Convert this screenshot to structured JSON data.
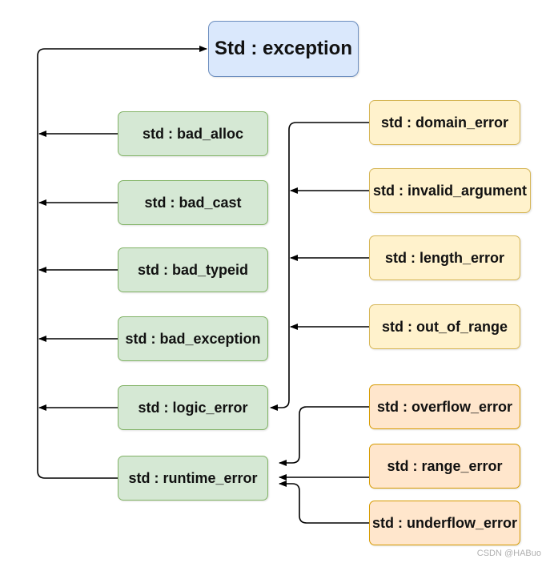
{
  "root": {
    "label": "Std : exception"
  },
  "left_nodes": [
    {
      "label": "std : bad_alloc"
    },
    {
      "label": "std : bad_cast"
    },
    {
      "label": "std : bad_typeid"
    },
    {
      "label": "std : bad_exception"
    },
    {
      "label": "std : logic_error"
    },
    {
      "label": "std : runtime_error"
    }
  ],
  "logic_children": [
    {
      "label": "std : domain_error"
    },
    {
      "label": "std : invalid_argument"
    },
    {
      "label": "std : length_error"
    },
    {
      "label": "std : out_of_range"
    }
  ],
  "runtime_children": [
    {
      "label": "std : overflow_error"
    },
    {
      "label": "std : range_error"
    },
    {
      "label": "std : underflow_error"
    }
  ],
  "colors": {
    "root_fill": "#dae8fc",
    "root_border": "#6c8ebf",
    "green_fill": "#d5e8d4",
    "green_border": "#82b366",
    "yellow_fill": "#fff2cc",
    "yellow_border": "#d6b656",
    "orange_fill": "#ffe6cc",
    "orange_border": "#d79b00",
    "connector": "#000000"
  },
  "watermark": "CSDN @HABuo"
}
